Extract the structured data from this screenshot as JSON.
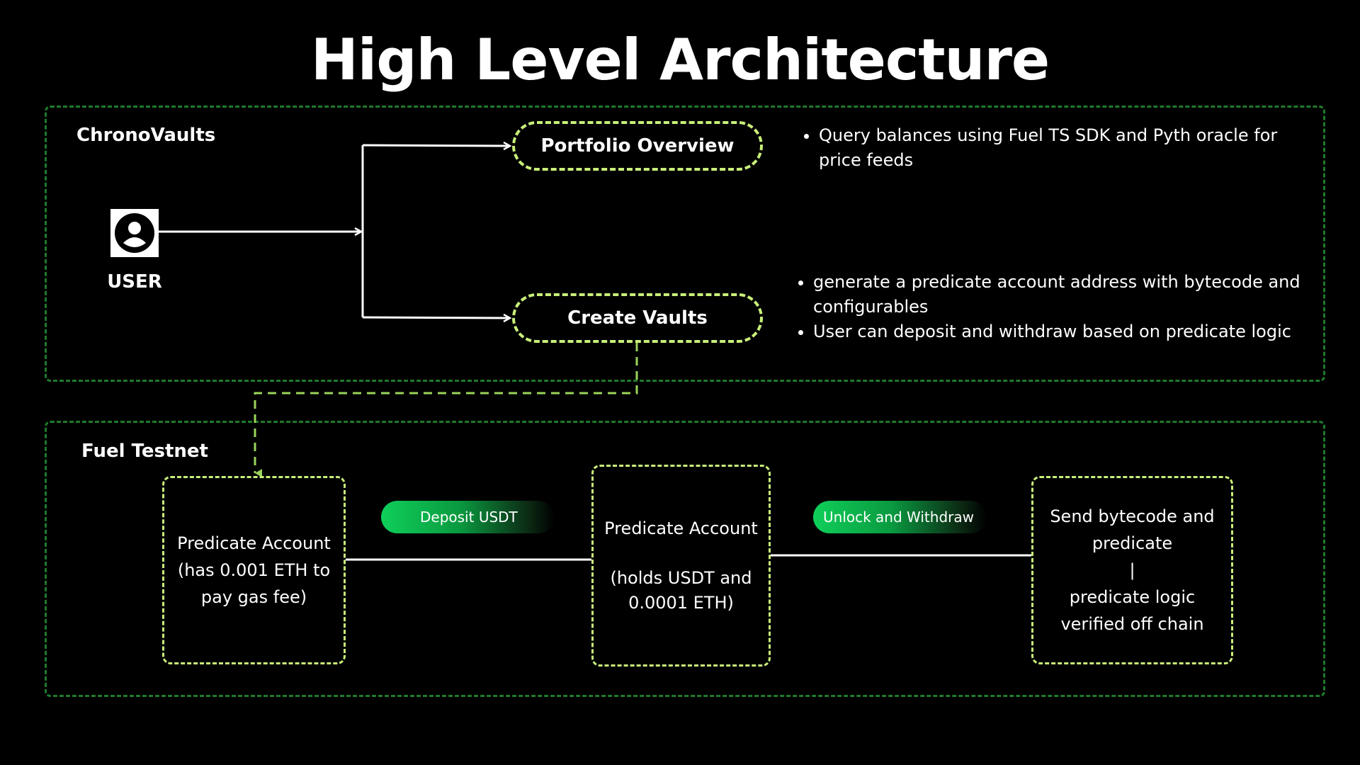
{
  "title": "High Level Architecture",
  "chronovaults": {
    "label": "ChronoVaults",
    "user_label": "USER",
    "portfolio_label": "Portfolio Overview",
    "create_vaults_label": "Create Vaults",
    "portfolio_bullets": [
      "Query balances using Fuel TS SDK and Pyth oracle for price feeds"
    ],
    "vault_bullets": [
      "generate a predicate account address with bytecode and configurables",
      "User can deposit and withdraw based on predicate logic"
    ]
  },
  "fuel_testnet": {
    "label": "Fuel Testnet",
    "box1_lines": [
      "Predicate Account",
      "(has 0.001 ETH to",
      "pay gas fee)"
    ],
    "box2_lines": [
      "Predicate Account",
      "",
      "(holds USDT and",
      "0.0001 ETH)"
    ],
    "box3_lines": [
      "Send bytecode and",
      "predicate",
      "|",
      "predicate logic",
      "verified off chain"
    ],
    "deposit_label": "Deposit USDT",
    "withdraw_label": "Unlock and Withdraw"
  },
  "colors": {
    "background": "#000000",
    "group_border": "#1f7a2c",
    "node_border": "#c9f07a",
    "badge_green": "#0fcf5a"
  },
  "icons": {
    "user": "user-circle-icon"
  }
}
